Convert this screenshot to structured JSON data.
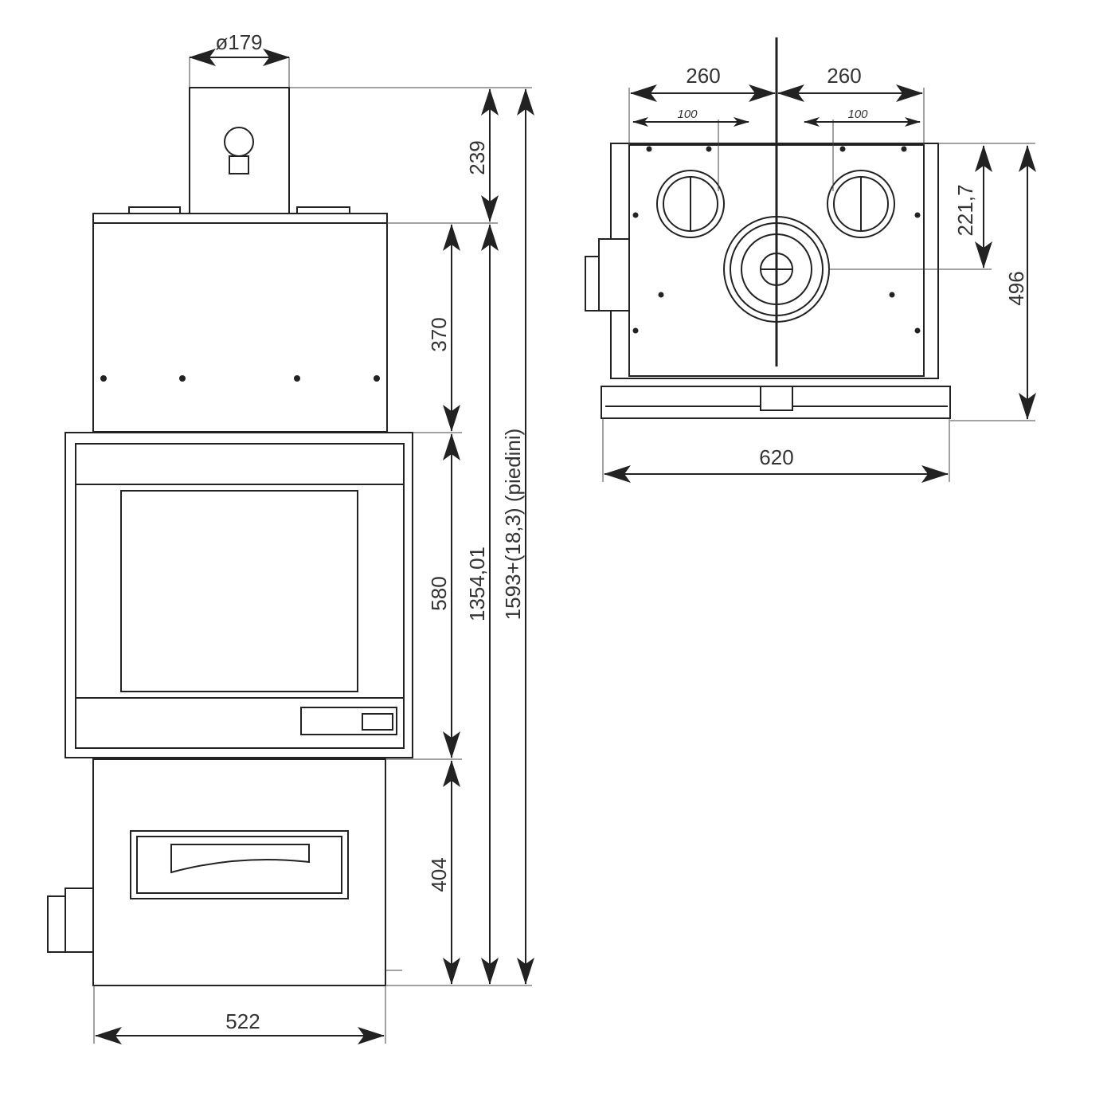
{
  "left_view": {
    "flue_diameter": "ø179",
    "flue_height": "239",
    "upper_section": "370",
    "door_section": "580",
    "lower_section": "404",
    "body_height": "1354,01",
    "total_height": "1593+(18,3) (piedini)",
    "width": "522"
  },
  "top_view": {
    "offset_left": "260",
    "offset_right": "260",
    "duct_left": "100",
    "duct_right": "100",
    "flue_depth": "221,7",
    "depth": "496",
    "width": "620"
  }
}
